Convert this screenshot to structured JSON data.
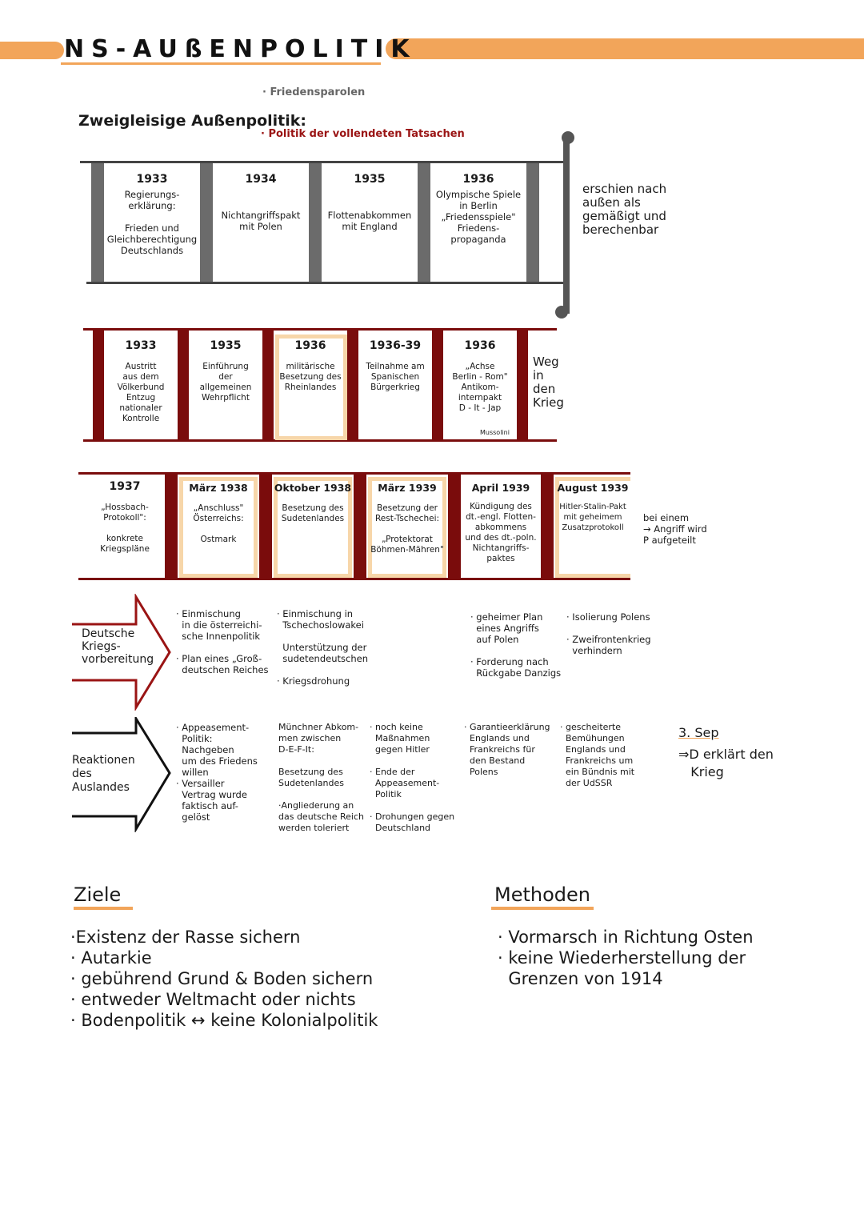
{
  "title": "NS-AUßENPOLITIK",
  "subtitle": "Zweigleisige Außenpolitik:",
  "tracks": {
    "a": "· Friedensparolen",
    "b": "· Politik der vollendeten Tatsachen"
  },
  "row1": {
    "cells": [
      {
        "year": "1933",
        "text": "Regierungs-\nerklärung:\n\nFrieden und\nGleichberechtigung\nDeutschlands"
      },
      {
        "year": "1934",
        "text": "Nichtangriffspakt\nmit Polen"
      },
      {
        "year": "1935",
        "text": "Flottenabkommen\nmit England"
      },
      {
        "year": "1936",
        "text": "Olympische Spiele\nin Berlin\n„Friedensspiele\"\nFriedens-\npropaganda"
      }
    ],
    "note": "erschien nach\naußen als\ngemäßigt und\nberechenbar"
  },
  "row2": {
    "cells": [
      {
        "year": "1933",
        "text": "Austritt\naus dem\nVölkerbund\nEntzug\nnationaler\nKontrolle"
      },
      {
        "year": "1935",
        "text": "Einführung\nder\nallgemeinen\nWehrpflicht"
      },
      {
        "year": "1936",
        "text": "militärische\nBesetzung des\nRheinlandes"
      },
      {
        "year": "1936-39",
        "text": "Teilnahme am\nSpanischen\nBürgerkrieg"
      },
      {
        "year": "1936",
        "text": "„Achse\nBerlin - Rom\"\nAntikom-\ninternpakt\nD - It - Jap"
      }
    ],
    "mussolini": "Mussolini",
    "note": "Weg\nin\nden\nKrieg"
  },
  "row3": {
    "cells": [
      {
        "year": "1937",
        "text": "„Hossbach-\nProtokoll\":\n\nkonkrete\nKriegspläne"
      },
      {
        "year": "März 1938",
        "text": "„Anschluss\"\nÖsterreichs:\n\nOstmark"
      },
      {
        "year": "Oktober 1938",
        "text": "Besetzung des\nSudetenlandes"
      },
      {
        "year": "März 1939",
        "text": "Besetzung der\nRest-Tschechei:\n\n„Protektorat\nBöhmen-Mähren\""
      },
      {
        "year": "April 1939",
        "text": "Kündigung des\ndt.-engl. Flotten-\nabkommens\nund des dt.-poln.\nNichtangriffs-\npaktes"
      },
      {
        "year": "August 1939",
        "text": "Hitler-Stalin-Pakt\nmit geheimem\nZusatzprotokoll"
      }
    ],
    "note": "bei einem\n→ Angriff wird\nP aufgeteilt"
  },
  "kriegsvorbereitung": {
    "label": "Deutsche\nKriegs-\nvorbereitung",
    "col1": "· Einmischung\n  in die österreichi-\n  sche Innenpolitik\n\n· Plan eines „Groß-\n  deutschen Reiches",
    "col2": "· Einmischung in\n  Tschechoslowakei\n\n  Unterstützung der\n  sudetendeutschen\n\n· Kriegsdrohung",
    "col3": "· geheimer Plan\n  eines Angriffs\n  auf Polen\n\n· Forderung nach\n  Rückgabe Danzigs",
    "col4": "· Isolierung Polens\n\n· Zweifrontenkrieg\n  verhindern"
  },
  "reaktionen": {
    "label": "Reaktionen\ndes\nAuslandes",
    "col1": "· Appeasement-\n  Politik:\n  Nachgeben\n  um des Friedens\n  willen\n· Versailler\n  Vertrag wurde\n  faktisch auf-\n  gelöst",
    "col2": "Münchner Abkom-\nmen zwischen\nD-E-F-It:\n\nBesetzung des\nSudetenlandes\n\n·Angliederung an\ndas deutsche Reich\nwerden toleriert",
    "col3": "· noch keine\n  Maßnahmen\n  gegen Hitler\n\n· Ende der\n  Appeasement-\n  Politik\n\n· Drohungen gegen\n  Deutschland",
    "col4": "· Garantieerklärung\n  Englands und\n  Frankreichs für\n  den Bestand\n  Polens",
    "col5": "· gescheiterte\n  Bemühungen\n  Englands und\n  Frankreichs um\n  ein Bündnis mit\n  der UdSSR",
    "col6_date": "3. Sep",
    "col6_text": "⇒D erklärt den\n   Krieg"
  },
  "ziele": {
    "heading": "Ziele",
    "items": [
      "·Existenz der Rasse sichern",
      "· Autarkie",
      "· gebührend Grund & Boden sichern",
      "· entweder Weltmacht oder nichts",
      "· Bodenpolitik ↔ keine Kolonialpolitik"
    ]
  },
  "methoden": {
    "heading": "Methoden",
    "items": [
      "· Vormarsch in Richtung Osten",
      "· keine Wiederherstellung der\n  Grenzen von 1914"
    ]
  },
  "colors": {
    "accent": "#f2a55a",
    "dark_red": "#7a0c0c",
    "grey": "#6b6b6b",
    "highlight": "#f7d6a9"
  }
}
